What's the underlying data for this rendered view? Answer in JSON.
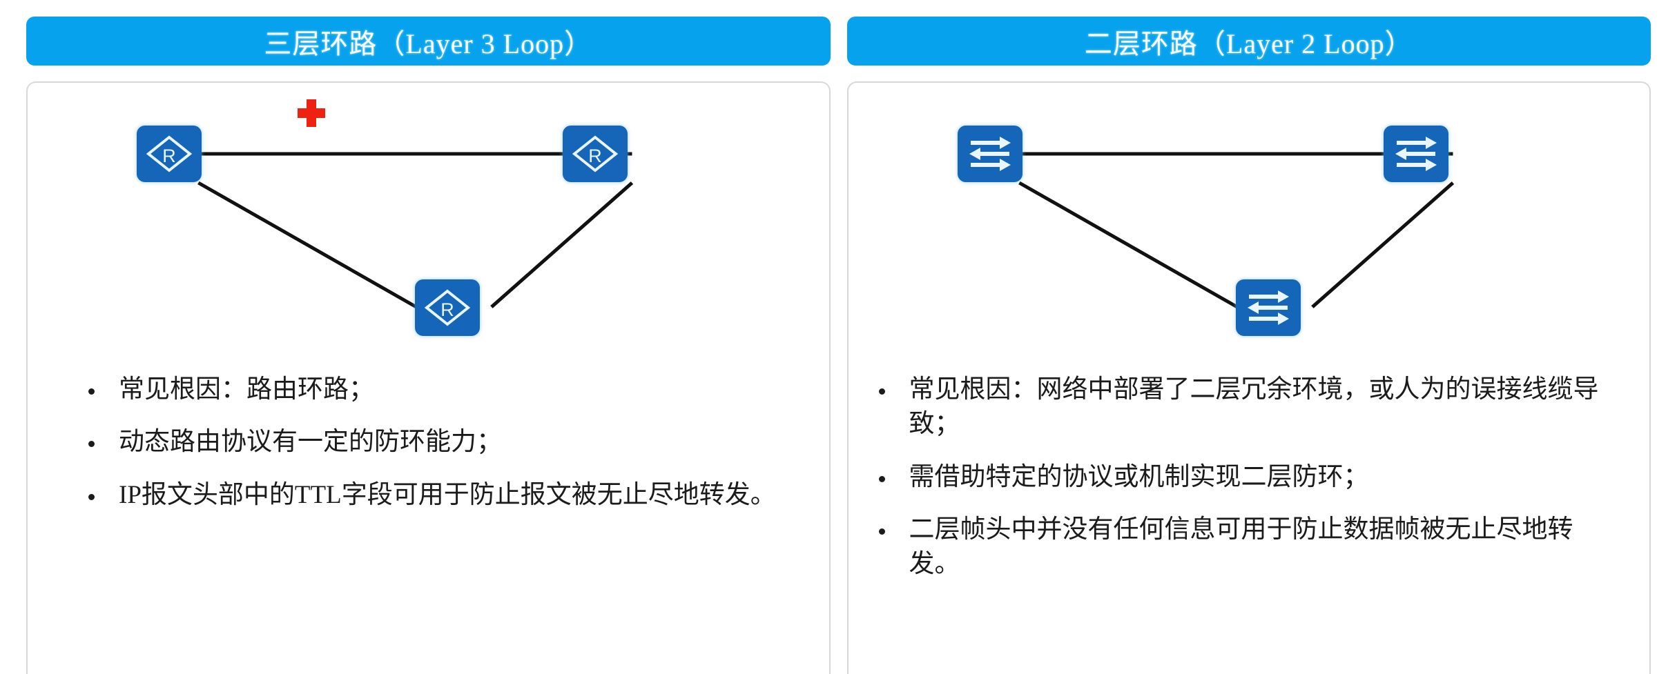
{
  "panels": [
    {
      "title": "三层环路（Layer 3 Loop）",
      "header_color": "#07a2ed",
      "node_color": "#1565b8",
      "marker_color": "#ee2211",
      "diagram": {
        "type": "triangle-topology",
        "device_icon": "router-icon",
        "device_glyph": "R",
        "nodes": [
          "router-top-left",
          "router-top-right",
          "router-bottom"
        ],
        "links": [
          "top-left—top-right",
          "top-left—bottom",
          "top-right—bottom"
        ],
        "marker": "red-cross-marker"
      },
      "bullets": [
        "常见根因：路由环路；",
        "动态路由协议有一定的防环能力；",
        "IP报文头部中的TTL字段可用于防止报文被无止尽地转发。"
      ]
    },
    {
      "title": "二层环路（Layer 2 Loop）",
      "header_color": "#07a2ed",
      "node_color": "#1565b8",
      "marker_color": "",
      "diagram": {
        "type": "triangle-topology",
        "device_icon": "switch-icon",
        "device_glyph": "",
        "nodes": [
          "switch-top-left",
          "switch-top-right",
          "switch-bottom"
        ],
        "links": [
          "top-left—top-right",
          "top-left—bottom",
          "top-right—bottom"
        ],
        "marker": ""
      },
      "bullets": [
        "常见根因：网络中部署了二层冗余环境，或人为的误接线缆导致；",
        "需借助特定的协议或机制实现二层防环；",
        "二层帧头中并没有任何信息可用于防止数据帧被无止尽地转发。"
      ]
    }
  ]
}
